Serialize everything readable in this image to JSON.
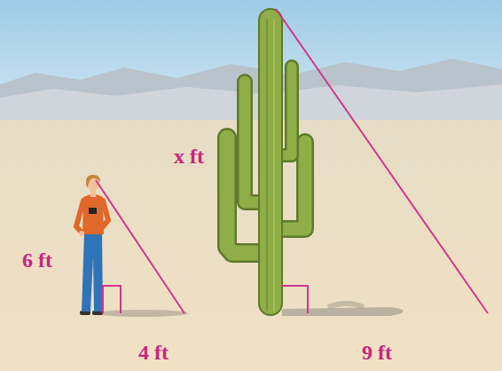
{
  "diagram": {
    "labels": [
      "6 ft",
      "4 ft",
      "x ft",
      "9 ft"
    ]
  }
}
